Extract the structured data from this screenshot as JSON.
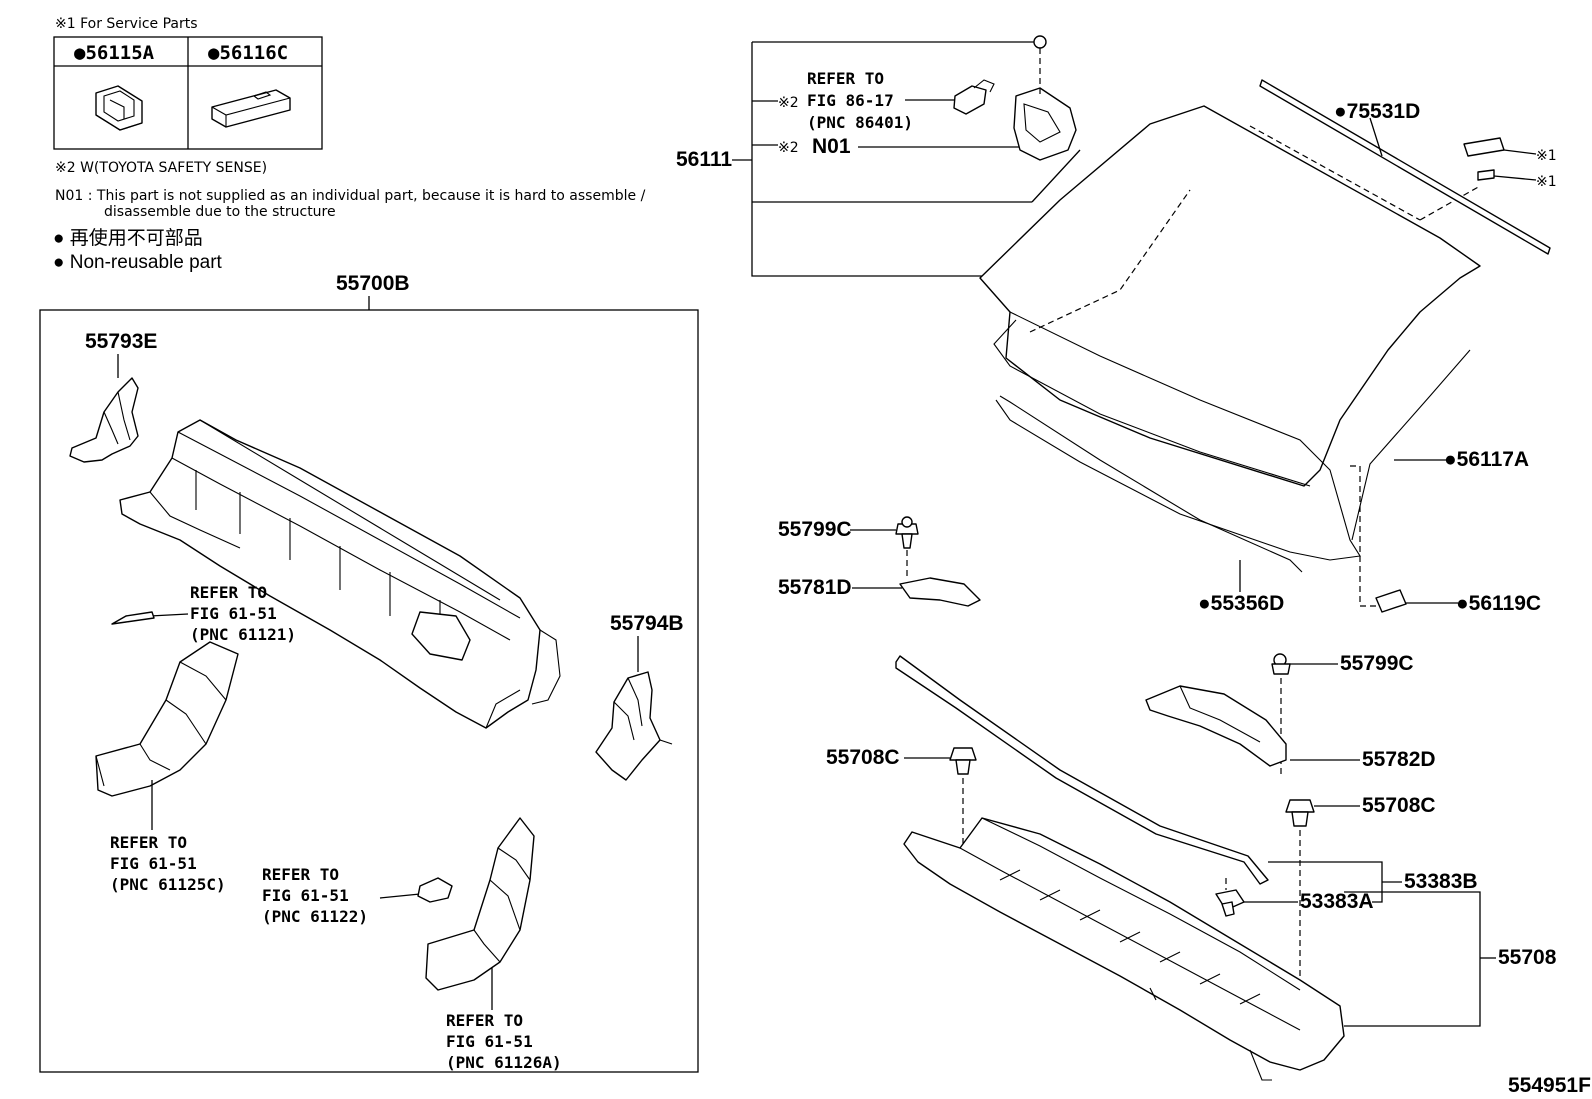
{
  "notes": {
    "service_parts": "※1 For Service Parts",
    "service_parts_table": [
      "●56115A",
      "●56116C"
    ],
    "note2": "※2 W(TOYOTA SAFETY SENSE)",
    "n01_line1": "N01 :  This part is not supplied as an individual part, because it is hard to assemble /",
    "n01_line2": "disassemble due to the structure",
    "legend_jp": "● 再使用不可部品",
    "legend_en": "● Non-reusable part"
  },
  "labels": {
    "p55700B": "55700B",
    "p55793E": "55793E",
    "p55794B": "55794B",
    "p56111": "56111",
    "p75531D": "●75531D",
    "p56117A": "●56117A",
    "p55356D": "●55356D",
    "p56119C": "●56119C",
    "p55799C_a": "55799C",
    "p55781D": "55781D",
    "p55799C_b": "55799C",
    "p55782D": "55782D",
    "p55708C_a": "55708C",
    "p55708C_b": "55708C",
    "p53383B": "53383B",
    "p53383A": "53383A",
    "p55708": "55708",
    "mark1a": "※1",
    "mark1b": "※1",
    "mark2a": "※2",
    "mark2b": "※2",
    "n01": "N01",
    "figure_id": "554951F"
  },
  "refs": {
    "r86_1": "REFER TO",
    "r86_2": "FIG 86-17",
    "r86_3": "(PNC 86401)",
    "r61121_1": "REFER TO",
    "r61121_2": "FIG 61-51",
    "r61121_3": "(PNC 61121)",
    "r61125_1": "REFER TO",
    "r61125_2": "FIG 61-51",
    "r61125_3": "(PNC 61125C)",
    "r61122_1": "REFER TO",
    "r61122_2": "FIG 61-51",
    "r61122_3": "(PNC 61122)",
    "r61126_1": "REFER TO",
    "r61126_2": "FIG 61-51",
    "r61126_3": "(PNC 61126A)"
  }
}
